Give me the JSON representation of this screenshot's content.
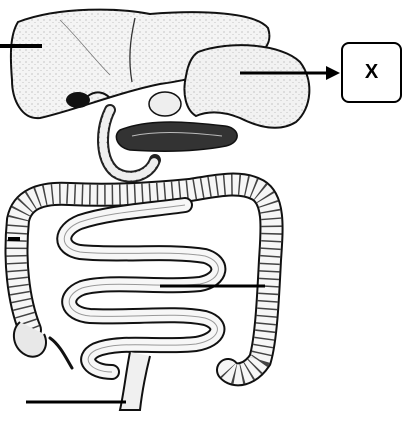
{
  "diagram": {
    "subject": "digestive-system",
    "organs": [
      "liver",
      "gallbladder",
      "stomach",
      "pancreas",
      "duodenum",
      "large-intestine",
      "small-intestine",
      "appendix",
      "rectum"
    ],
    "labels": {
      "stomach": "X"
    },
    "blank_labels": [
      "liver",
      "ascending-colon",
      "small-intestine",
      "rectum"
    ]
  }
}
